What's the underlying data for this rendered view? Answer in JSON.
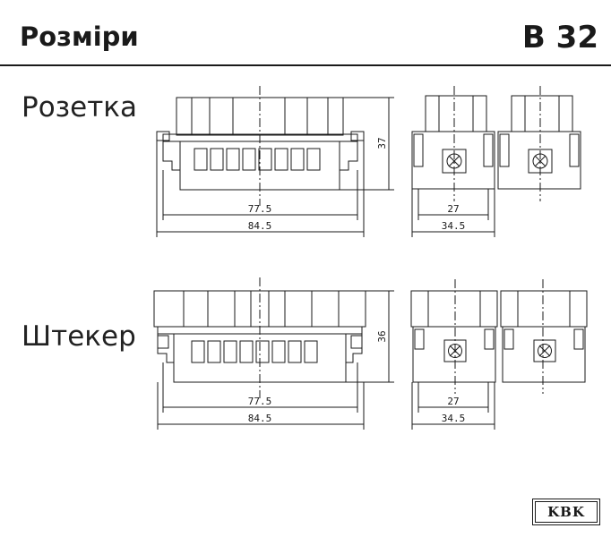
{
  "header": {
    "title": "Розміри",
    "code": "B 32"
  },
  "sections": {
    "socket": {
      "label": "Розетка",
      "dims": {
        "inner_width": "77.5",
        "outer_width": "84.5",
        "height": "37",
        "side_inner": "27",
        "side_outer": "34.5"
      }
    },
    "plug": {
      "label": "Штекер",
      "dims": {
        "inner_width": "77.5",
        "outer_width": "84.5",
        "height": "36",
        "side_inner": "27",
        "side_outer": "34.5"
      }
    }
  },
  "logo": {
    "text": "KBK"
  }
}
